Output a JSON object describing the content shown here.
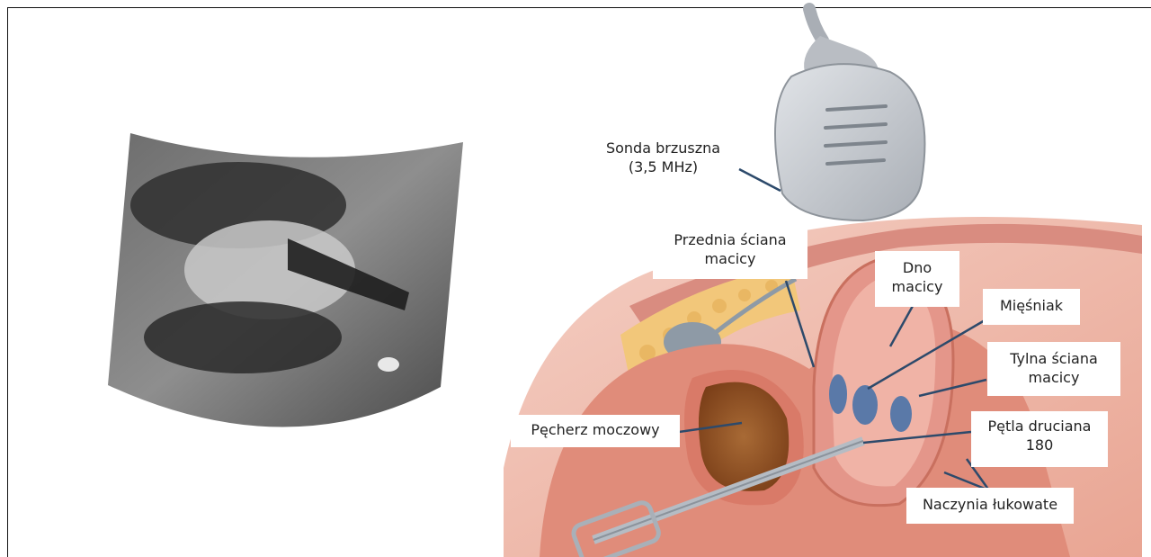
{
  "labels": {
    "probe": "Sonda brzuszna\n(3,5 MHz)",
    "anterior_wall": "Przednia ściana\nmacicy",
    "fundus": "Dno\nmacicy",
    "myoma": "Mięśniak",
    "posterior_wall": "Tylna ściana\nmacicy",
    "bladder": "Pęcherz moczowy",
    "wire_loop": "Pętla druciana\n180",
    "arcuate_vessels": "Naczynia łukowate"
  },
  "colors": {
    "leader": "#2d4a6b",
    "tissue": "#e8a08f",
    "fat": "#f2c77a",
    "bladder": "#9a5a2a",
    "myoma": "#5a79a8",
    "probe": "#c9ccd1"
  }
}
